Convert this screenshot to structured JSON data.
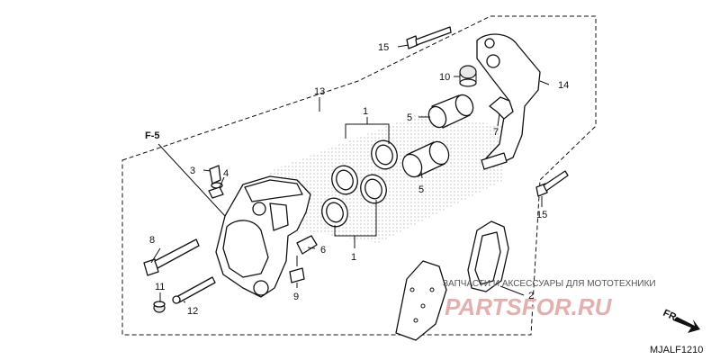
{
  "callouts": {
    "c1_top": "1",
    "c1_bottom": "1",
    "c2": "2",
    "c3": "3",
    "c4": "4",
    "c5_top": "5",
    "c5_bottom": "5",
    "c6": "6",
    "c7": "7",
    "c8": "8",
    "c9": "9",
    "c10": "10",
    "c11": "11",
    "c12": "12",
    "c13": "13",
    "c14": "14",
    "c15_top": "15",
    "c15_bottom": "15"
  },
  "reference": "F-5",
  "direction": "FR.",
  "diagram_code": "MJALF1210",
  "watermark": {
    "caption": "ЗАПЧАСТИ И АКСЕССУАРЫ ДЛЯ МОТОТЕХНИКИ",
    "logo": "PARTSFOR.RU"
  },
  "colors": {
    "line": "#111111",
    "watermark_logo": "#e3b0b0"
  }
}
